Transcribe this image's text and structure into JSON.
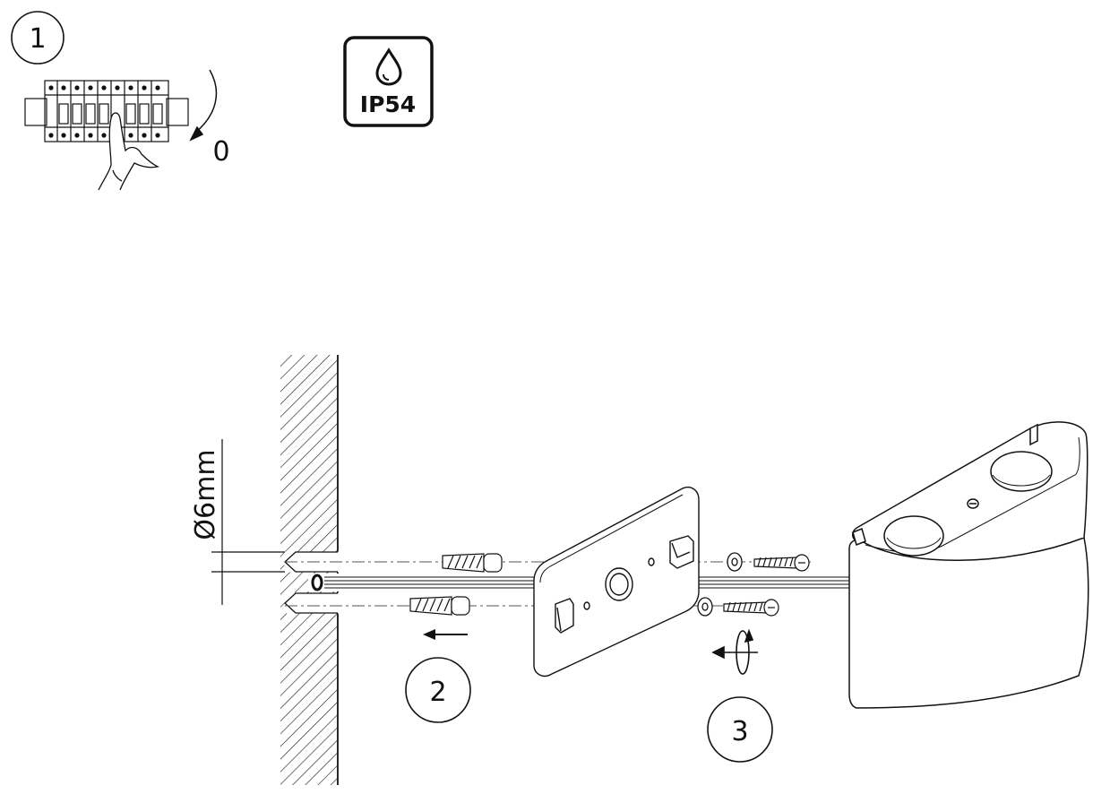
{
  "steps": {
    "one": "1",
    "two": "2",
    "three": "3"
  },
  "switch_position": "0",
  "ip_rating": "IP54",
  "drill_diameter": "Ø6mm",
  "icons": {
    "breaker": "circuit-breaker-icon",
    "water_drop": "water-drop-icon",
    "rotation": "rotate-arrow-icon"
  }
}
